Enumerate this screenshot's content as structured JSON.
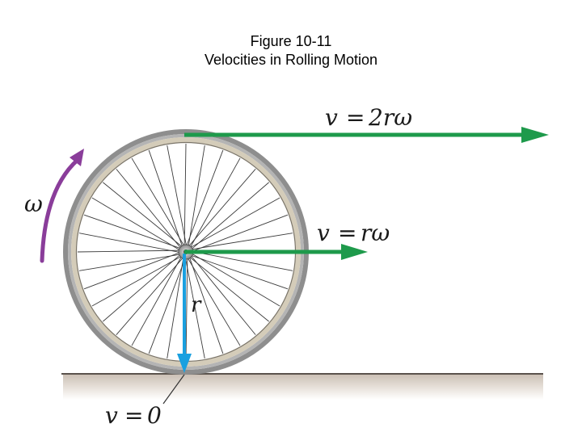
{
  "figure": {
    "title": "Figure 10-11",
    "subtitle": "Velocities in Rolling Motion"
  },
  "labels": {
    "omega": "ω",
    "radius": "r",
    "top_velocity_lhs": "v",
    "top_velocity_rhs": "2rω",
    "center_velocity_lhs": "v",
    "center_velocity_rhs": "rω",
    "bottom_velocity_lhs": "v",
    "bottom_velocity_rhs": "0",
    "equals": "="
  },
  "colors": {
    "velocity_arrow": "#1e9a4b",
    "radius_arrow": "#1aa0e0",
    "rotation_arrow": "#8a3d9a",
    "tire": "#9a9a9a",
    "rim": "#c8c0ad",
    "spokes": "#3a3a3a",
    "ground": "#b8aea4"
  },
  "wheel": {
    "spoke_count": 36
  },
  "icons": {
    "rotation": "curved-arrow-icon"
  }
}
